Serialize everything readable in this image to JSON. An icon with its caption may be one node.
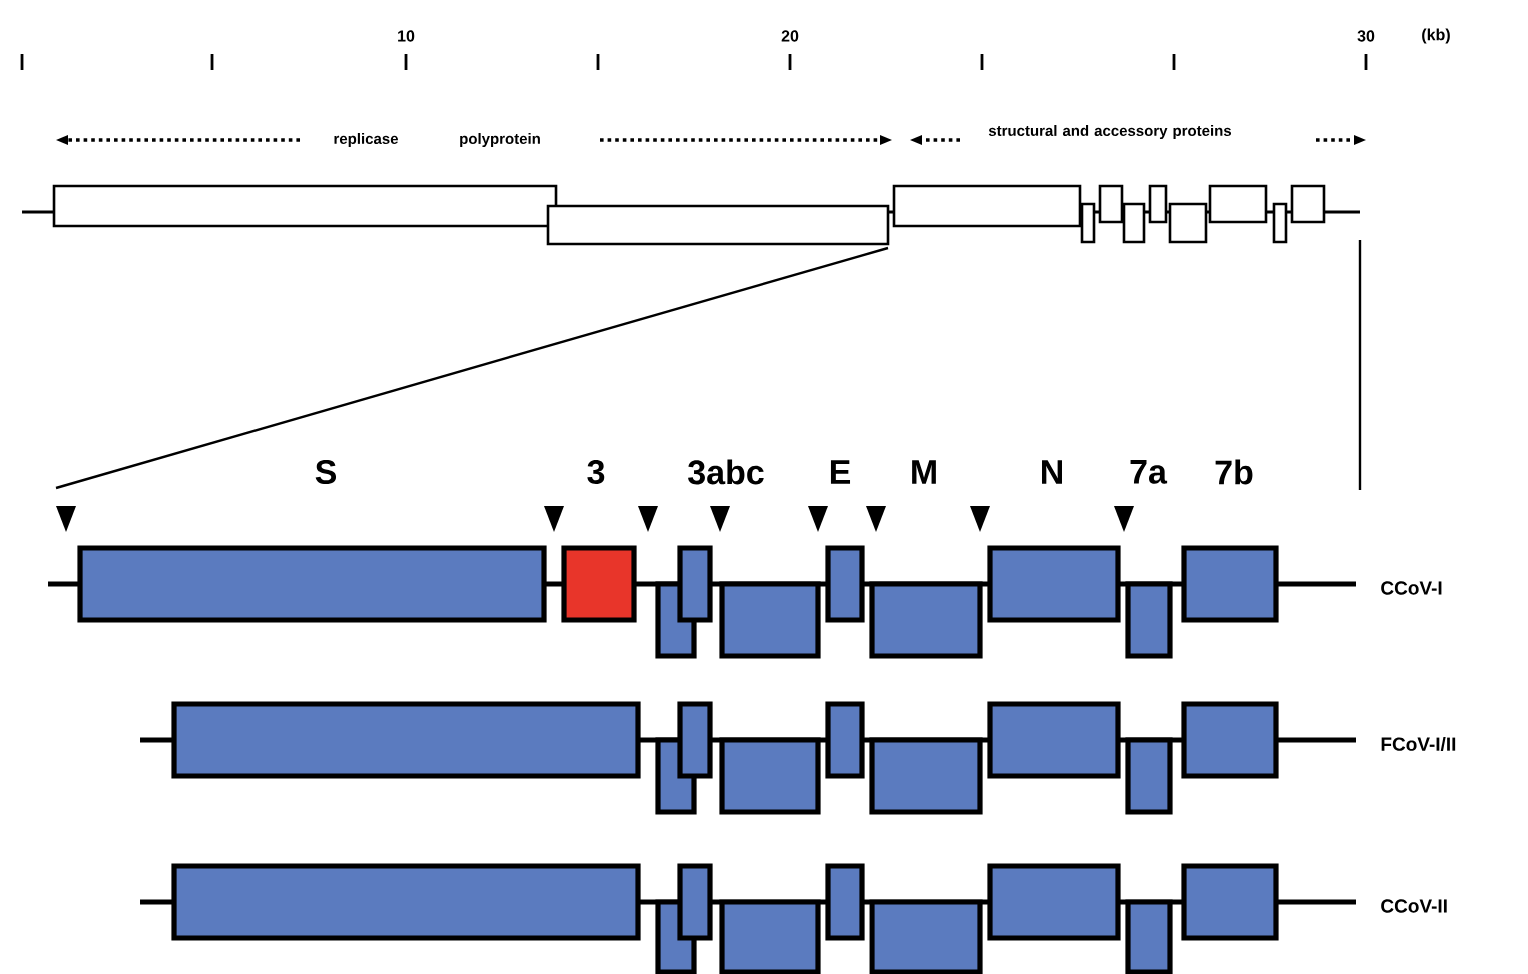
{
  "diagram": {
    "labels": [
      "10",
      "20",
      "30",
      "(kb)",
      "replicase",
      "polyprotein",
      "structural and accessory proteins",
      "S",
      "3",
      "3abc",
      "E",
      "M",
      "N",
      "7a",
      "7b",
      "CCoV-I",
      "FCoV-I/II",
      "CCoV-II"
    ]
  }
}
